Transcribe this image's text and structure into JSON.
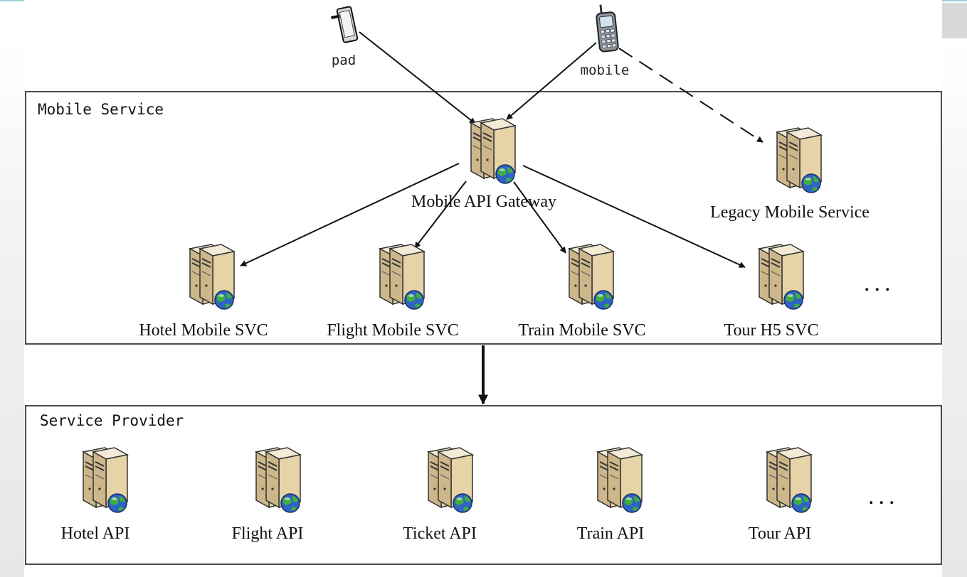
{
  "mobile_service": {
    "title": "Mobile Service",
    "gateway": "Mobile API Gateway",
    "legacy": "Legacy Mobile Service",
    "services": [
      "Hotel  Mobile SVC",
      "Flight Mobile SVC",
      "Train Mobile SVC",
      "Tour H5 SVC"
    ],
    "more": "..."
  },
  "service_provider": {
    "title": "Service Provider",
    "apis": [
      "Hotel API",
      "Flight API",
      "Ticket API",
      "Train API",
      "Tour API"
    ],
    "more": "..."
  },
  "clients": {
    "pad": "pad",
    "mobile": "mobile"
  },
  "icons": {
    "server": "server-icon",
    "globe": "globe-icon",
    "pad": "tablet-icon",
    "mobile": "mobile-phone-icon"
  }
}
